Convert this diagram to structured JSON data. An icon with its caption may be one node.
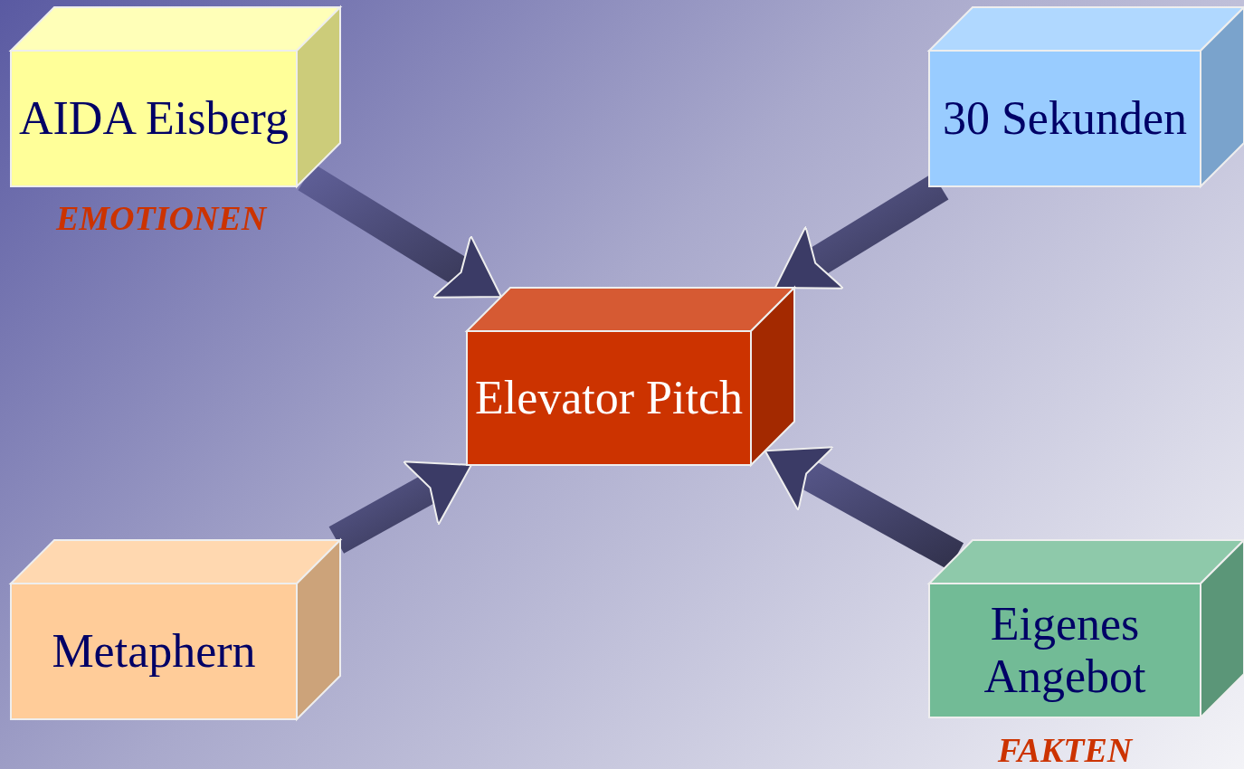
{
  "diagram": {
    "nodes": [
      {
        "text": [
          "AIDA Eisberg"
        ],
        "beside": [
          "EMOTIONEN"
        ]
      },
      {
        "text": [
          "30 Sekunden"
        ]
      },
      {
        "text": [
          "Elevator Pitch"
        ]
      },
      {
        "text": [
          "Metaphern"
        ]
      },
      {
        "text": [
          "Eigenes Angebot"
        ],
        "beside": [
          "FAKTEN"
        ]
      }
    ],
    "edges": [
      {
        "from": 0,
        "to": 2,
        "arrow": "to",
        "style": "thick"
      },
      {
        "from": 1,
        "to": 2,
        "arrow": "to",
        "style": "thick"
      },
      {
        "from": 3,
        "to": 2,
        "arrow": "to",
        "style": "thick"
      },
      {
        "from": 4,
        "to": 2,
        "arrow": "to",
        "style": "thick"
      }
    ]
  }
}
